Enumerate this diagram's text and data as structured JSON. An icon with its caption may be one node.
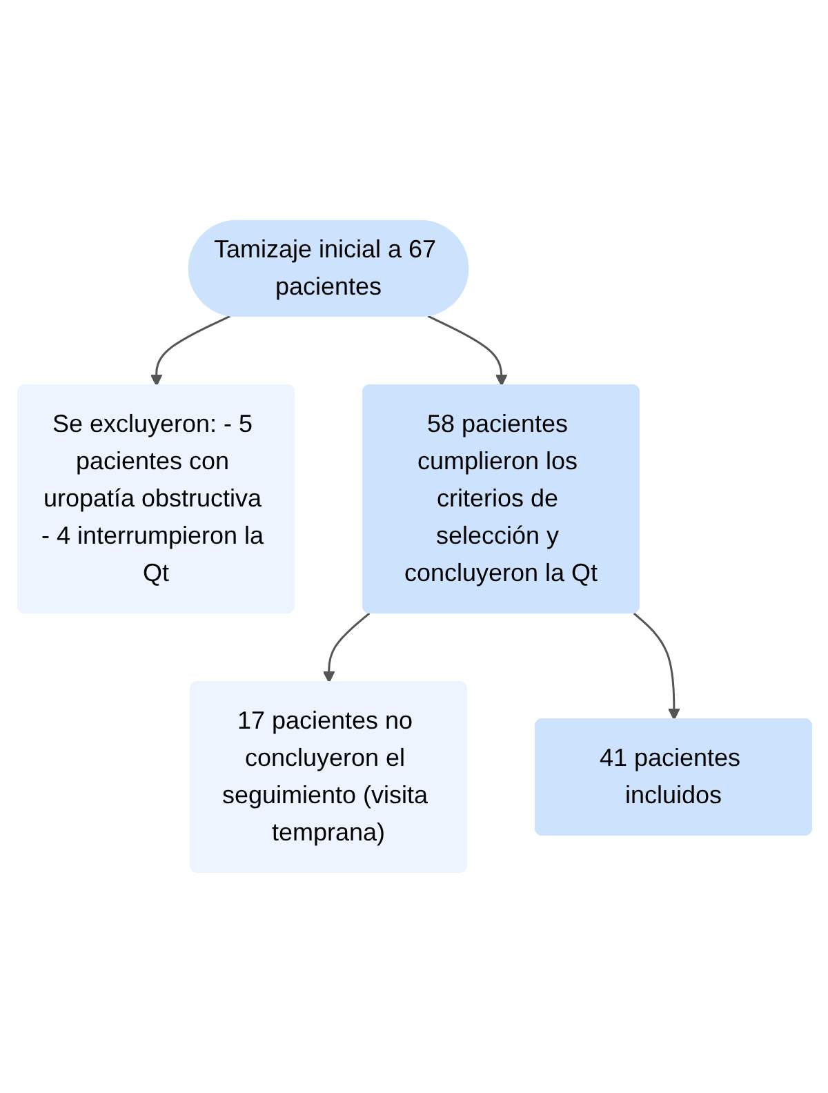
{
  "diagram": {
    "nodes": [
      {
        "text": [
          "Tamizaje inicial a 67 pacientes"
        ]
      },
      {
        "text": [
          "Se excluyeron: - 5 pacientes con uropatía obstructiva - 4 interrumpieron la Qt"
        ]
      },
      {
        "text": [
          "58 pacientes cumplieron los criterios de selección y concluyeron la Qt"
        ]
      },
      {
        "text": [
          "17 pacientes no concluyeron el seguimiento (visita temprana)"
        ]
      },
      {
        "text": [
          "41 pacientes incluidos"
        ]
      }
    ],
    "edges": [
      {
        "from": 0,
        "to": 1,
        "arrow": "to"
      },
      {
        "from": 0,
        "to": 2,
        "arrow": "to"
      },
      {
        "from": 2,
        "to": 3,
        "arrow": "to"
      },
      {
        "from": 2,
        "to": 4,
        "arrow": "to"
      }
    ]
  }
}
